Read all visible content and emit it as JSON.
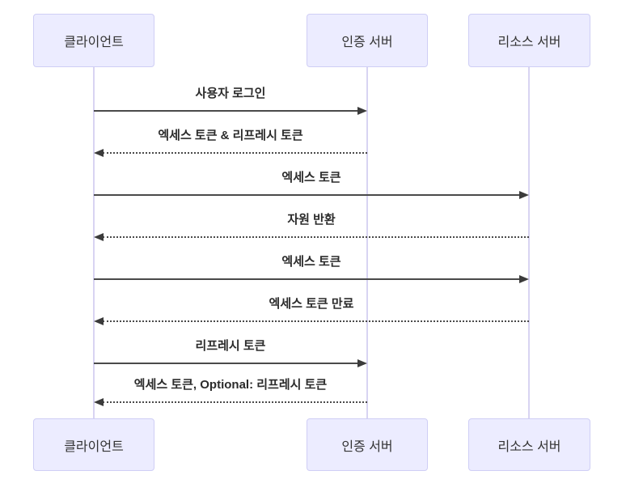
{
  "diagram": {
    "type": "sequence-diagram",
    "background": "#ffffff",
    "colors": {
      "actor_fill": "#ECECFF",
      "actor_border": "#cfcef5",
      "lifeline": "#d8d4f2",
      "arrow": "#4a4a4a",
      "message_text": "#2b2b2b",
      "actor_text": "#333333"
    },
    "actors": [
      {
        "id": "client",
        "label": "클라이언트"
      },
      {
        "id": "auth-server",
        "label": "인증 서버"
      },
      {
        "id": "resource-server",
        "label": "리소스 서버"
      }
    ],
    "messages": [
      {
        "from": "client",
        "to": "auth-server",
        "label": "사용자 로그인",
        "line": "solid",
        "direction": "right"
      },
      {
        "from": "auth-server",
        "to": "client",
        "label": "엑세스 토큰 & 리프레시 토큰",
        "line": "dotted",
        "direction": "left"
      },
      {
        "from": "client",
        "to": "resource-server",
        "label": "엑세스 토큰",
        "line": "solid",
        "direction": "right"
      },
      {
        "from": "resource-server",
        "to": "client",
        "label": "자원 반환",
        "line": "dotted",
        "direction": "left"
      },
      {
        "from": "client",
        "to": "resource-server",
        "label": "엑세스 토큰",
        "line": "solid",
        "direction": "right"
      },
      {
        "from": "resource-server",
        "to": "client",
        "label": "엑세스 토큰 만료",
        "line": "dotted",
        "direction": "left"
      },
      {
        "from": "client",
        "to": "auth-server",
        "label": "리프레시 토큰",
        "line": "solid",
        "direction": "right"
      },
      {
        "from": "auth-server",
        "to": "client",
        "label": "엑세스 토큰, Optional: 리프레시 토큰",
        "line": "dotted",
        "direction": "left"
      }
    ]
  }
}
